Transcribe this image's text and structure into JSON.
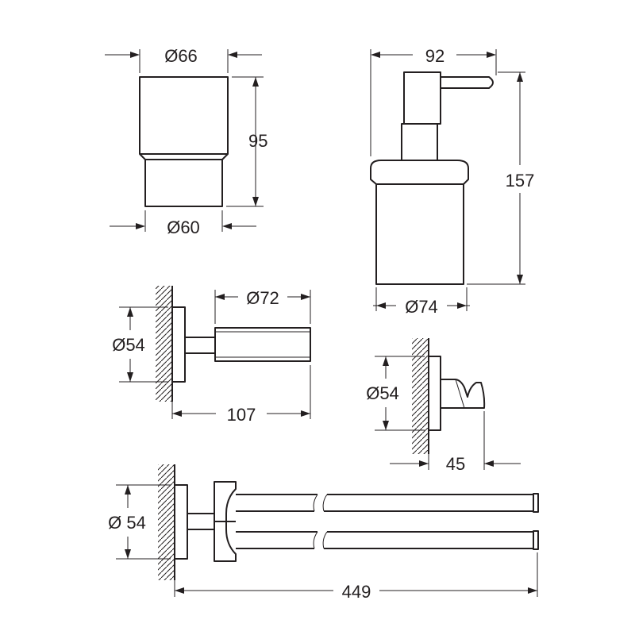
{
  "dimensions": {
    "cup_top_diameter": "Ø66",
    "cup_height": "95",
    "cup_bottom_diameter": "Ø60",
    "dispenser_width": "92",
    "dispenser_height": "157",
    "dispenser_bottom_diameter": "Ø74",
    "holder_mount_diameter": "Ø54",
    "holder_ring_diameter": "Ø72",
    "holder_projection": "107",
    "hook_mount_diameter": "Ø54",
    "hook_projection": "45",
    "towel_bar_mount_diameter": "Ø 54",
    "towel_bar_length": "449"
  },
  "colors": {
    "line": "#231f20",
    "background": "#ffffff"
  }
}
